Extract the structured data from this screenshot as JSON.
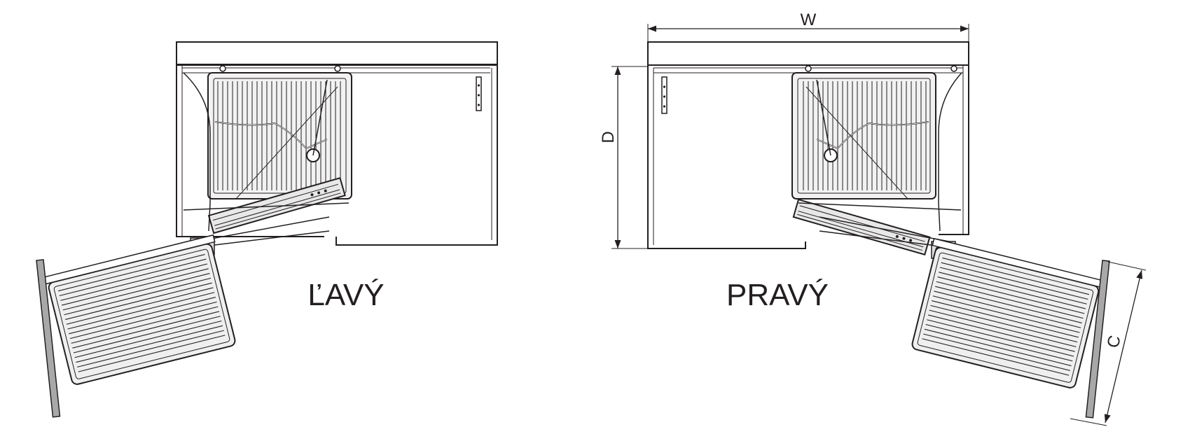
{
  "labels": {
    "left": "ĽAVÝ",
    "right": "PRAVÝ"
  },
  "dimensions": {
    "width": "W",
    "depth": "D",
    "clearance": "C"
  },
  "colors": {
    "stroke": "#231f20",
    "basket_fill": "#e6e6e6",
    "door_fill": "#a8a8a8"
  }
}
